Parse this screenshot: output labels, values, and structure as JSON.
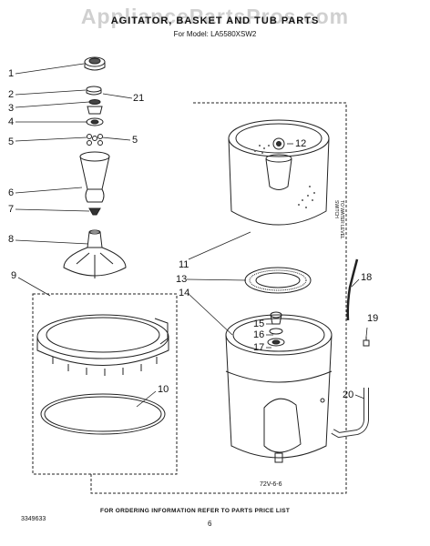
{
  "header": {
    "watermark": "AppliancePartsPros.com",
    "title": "AGITATOR, BASKET AND TUB PARTS",
    "model_line": "For Model: LA5580XSW2"
  },
  "callouts": [
    "1",
    "2",
    "21",
    "3",
    "4",
    "5",
    "5",
    "6",
    "7",
    "8",
    "9",
    "10",
    "11",
    "12",
    "13",
    "14",
    "15",
    "16",
    "17",
    "18",
    "19",
    "20"
  ],
  "side_note": "TO WATER LEVEL SWITCH",
  "footer": {
    "note": "FOR ORDERING INFORMATION REFER TO PARTS PRICE LIST",
    "page_number": "6",
    "doc_number": "3349633",
    "rev_code": "72V-6-6"
  }
}
